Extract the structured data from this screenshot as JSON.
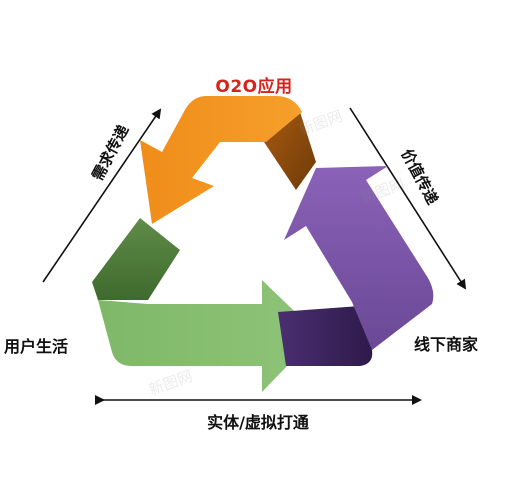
{
  "diagram": {
    "title": "O2O应用",
    "nodes": {
      "left": "用户生活",
      "right": "线下商家"
    },
    "edges": {
      "left_side": "需求传递",
      "right_side": "价值传递",
      "bottom": "实体/虚拟打通"
    },
    "watermark": "新图网",
    "colors": {
      "title": "#d8231c",
      "orange_arrow": "#ee8a1a",
      "purple_arrow": "#7a55a8",
      "green_arrow": "#78b262",
      "line": "#111111"
    }
  }
}
